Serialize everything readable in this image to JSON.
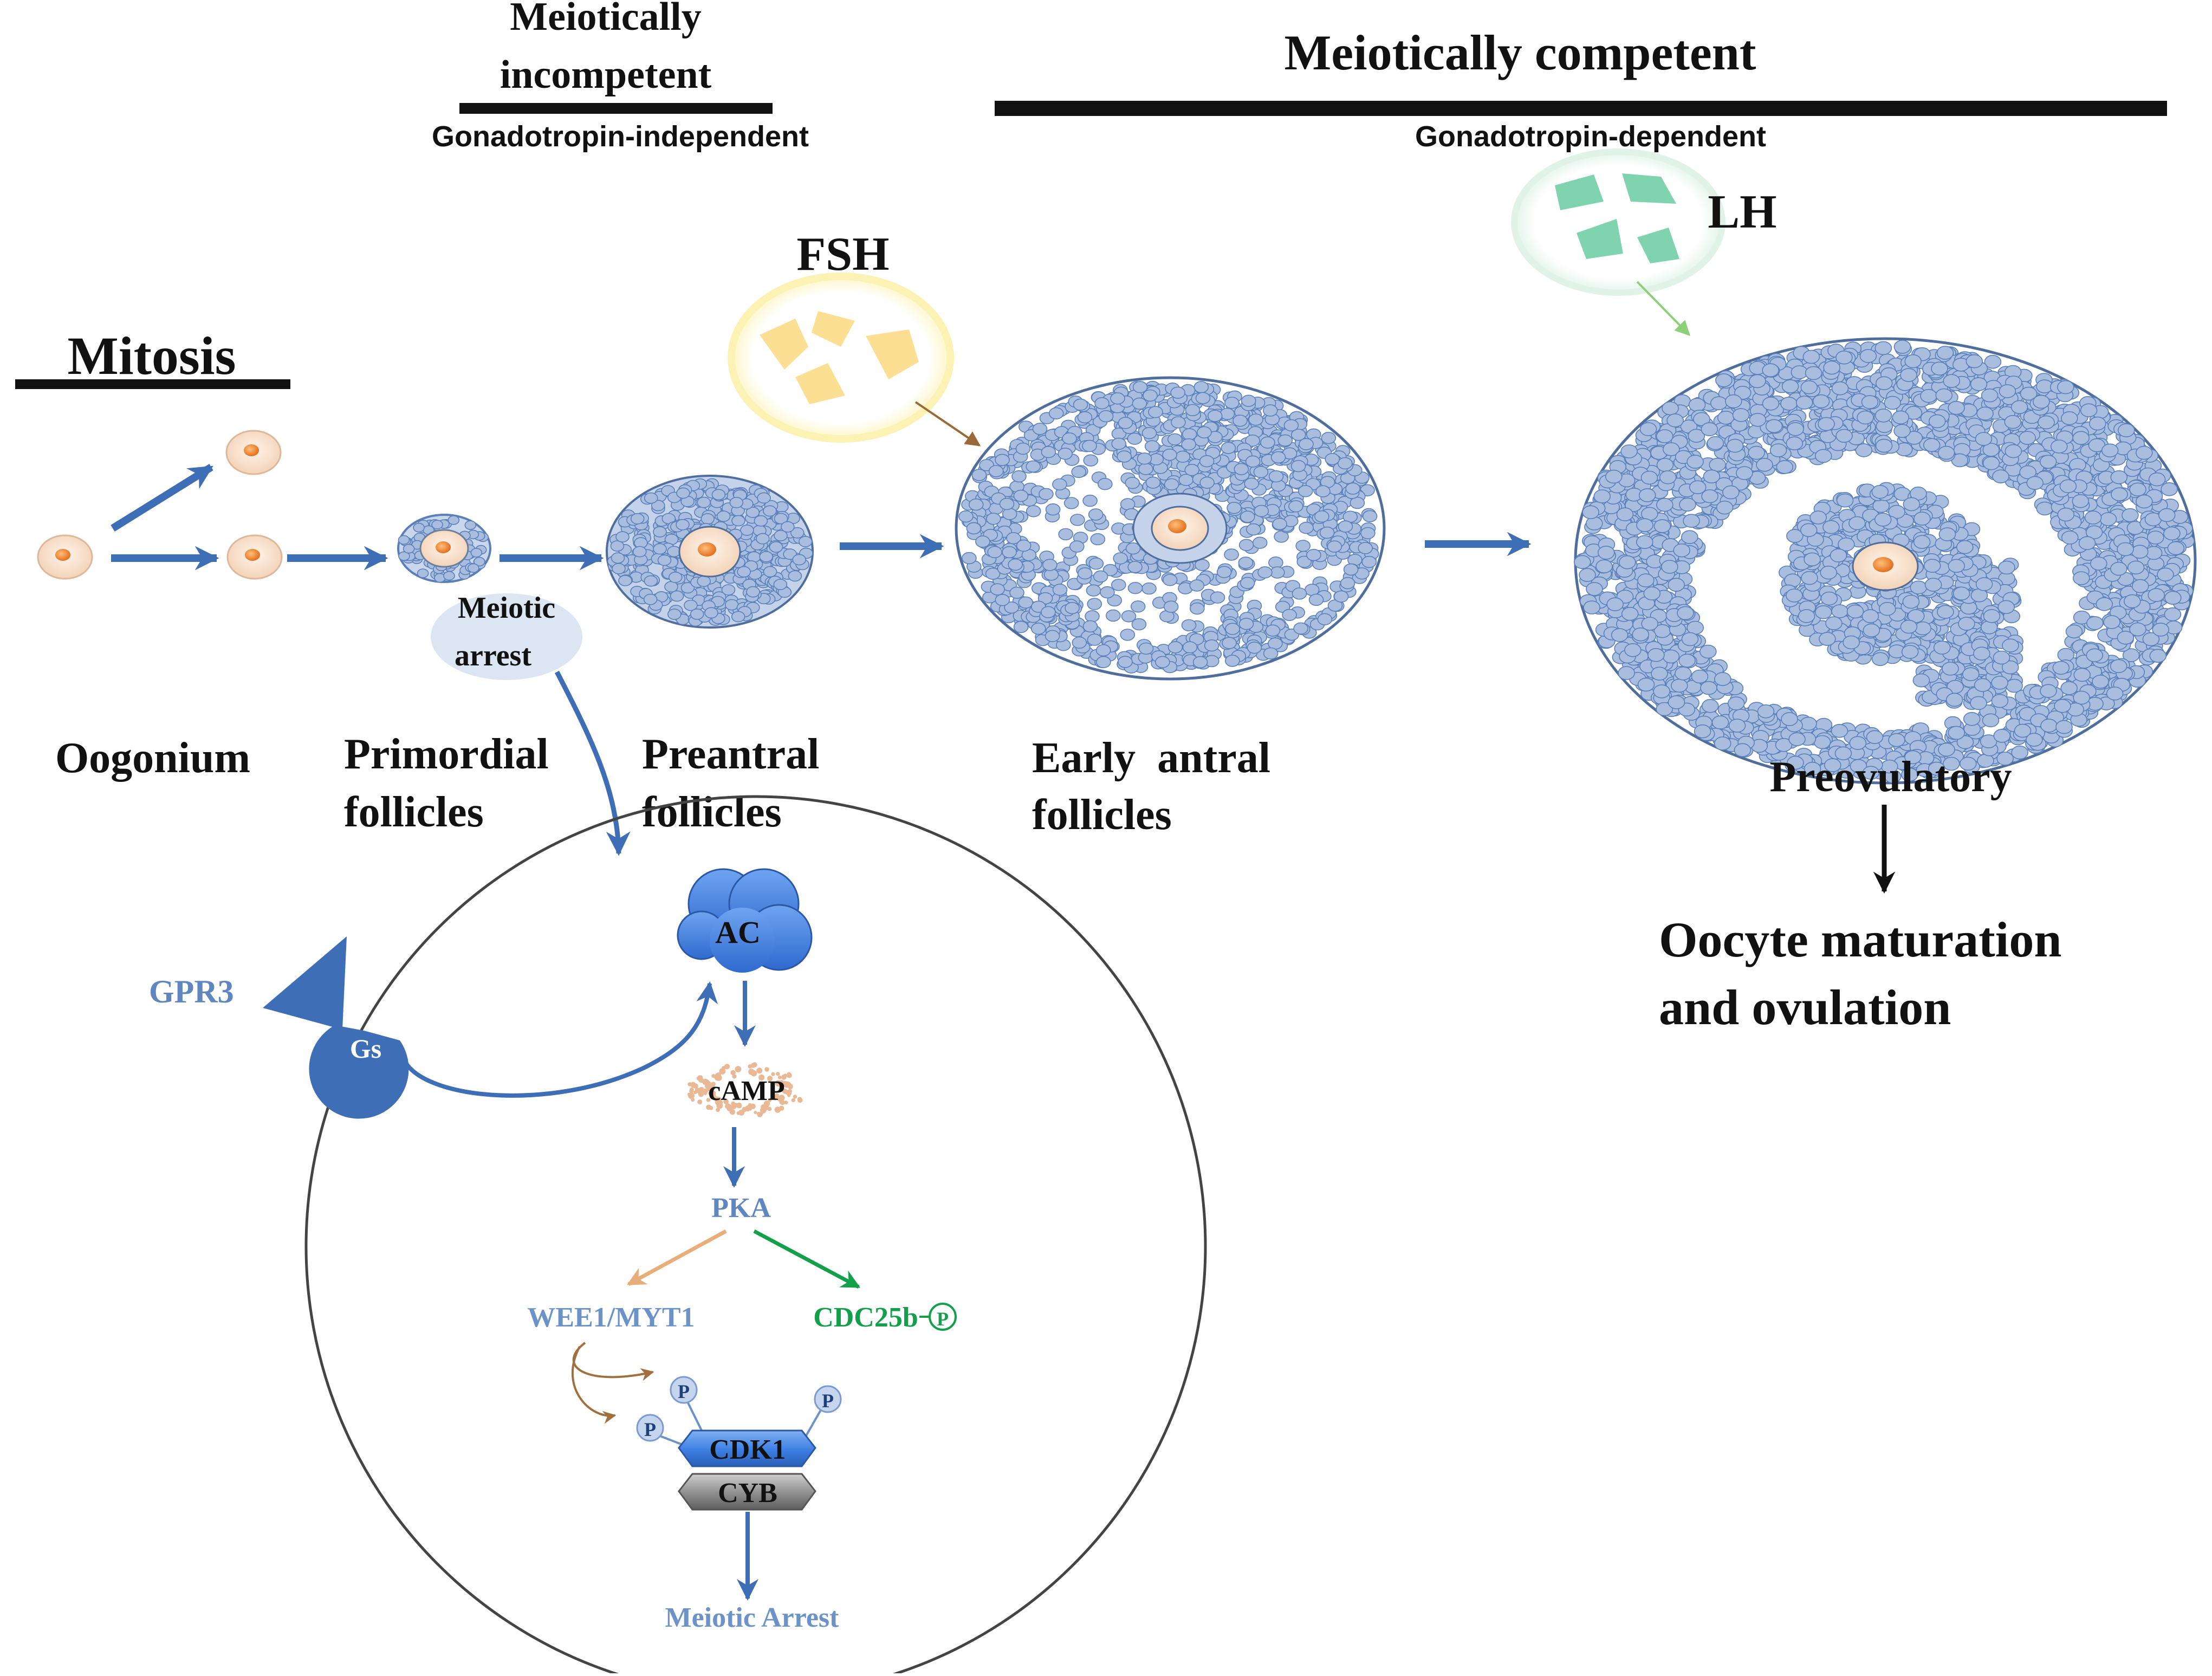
{
  "headers": {
    "incompetent_line1": "Meiotically",
    "incompetent_line2": "incompetent",
    "gonadotropin_independent": "Gonadotropin-independent",
    "competent": "Meiotically competent",
    "gonadotropin_dependent": "Gonadotropin-dependent",
    "mitosis": "Mitosis"
  },
  "hormones": {
    "fsh": "FSH",
    "lh": "LH"
  },
  "stages": {
    "oogonium": "Oogonium",
    "primordial_line1": "Primordial",
    "primordial_line2": "follicles",
    "preantral_line1": "Preantral",
    "preantral_line2": "follicles",
    "early_antral_line1": "Early  antral",
    "early_antral_line2": "follicles",
    "preovulatory": "Preovulatory",
    "outcome_line1": "Oocyte maturation",
    "outcome_line2": "and ovulation"
  },
  "meiotic_arrest_bubble": {
    "line1": "Meiotic",
    "line2": "arrest"
  },
  "pathway": {
    "gpr3": "GPR3",
    "gs": "Gs",
    "ac": "AC",
    "camp": "cAMP",
    "pka": "PKA",
    "wee1": "WEE1/MYT1",
    "cdc25b": "CDC25b",
    "phospho": "P",
    "cdk1": "CDK1",
    "cyb": "CYB",
    "meiotic_arrest": "Meiotic Arrest"
  },
  "colors": {
    "arrow_blue": "#3E6FB6",
    "granulosa_fill": "#A9BEDF",
    "granulosa_stroke": "#5B7FB8",
    "oocyte_fill": "#F7E3D2",
    "nucleus": "#EE8A3C",
    "fsh_fill": "#FDDF93",
    "lh_fill": "#7FD3AE",
    "pathway_text": "#5F86BF",
    "cdc25b_green": "#14A04A",
    "wee1_arrow": "#E8AE7A",
    "ac_blue": "#3A7FE0",
    "cyb_gray": "#8D8D8D"
  }
}
